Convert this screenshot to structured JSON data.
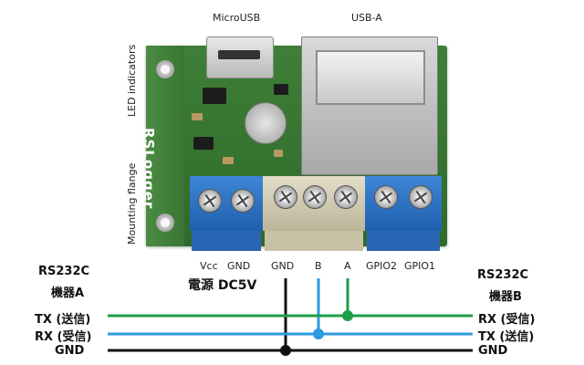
{
  "board": {
    "name": "RSLogger"
  },
  "top_labels": {
    "microusb": "MicroUSB",
    "usb_a": "USB-A"
  },
  "side_labels": {
    "led_indicators": "LED indicators",
    "mounting_flange": "Mounting flange"
  },
  "terminal_labels": [
    "Vcc",
    "GND",
    "GND",
    "B",
    "A",
    "GPIO2",
    "GPIO1"
  ],
  "power_label": "電源 DC5V",
  "device_a": {
    "title_line1": "RS232C",
    "title_line2": "機器A",
    "signals": [
      "TX (送信)",
      "RX (受信)",
      "GND"
    ]
  },
  "device_b": {
    "title_line1": "RS232C",
    "title_line2": "機器B",
    "signals": [
      "RX (受信)",
      "TX (送信)",
      "GND"
    ]
  },
  "colors": {
    "green_wire": "#1f9e4a",
    "blue_wire": "#2b9be0",
    "black_wire": "#111111",
    "pcb": "#3e7f37",
    "terminal_blue": "#2e74c8",
    "terminal_beige": "#d8d1b8"
  },
  "icons": {
    "junction": "junction-dot-icon",
    "screw": "screw-terminal-icon",
    "mount_hole": "mounting-hole-icon"
  }
}
